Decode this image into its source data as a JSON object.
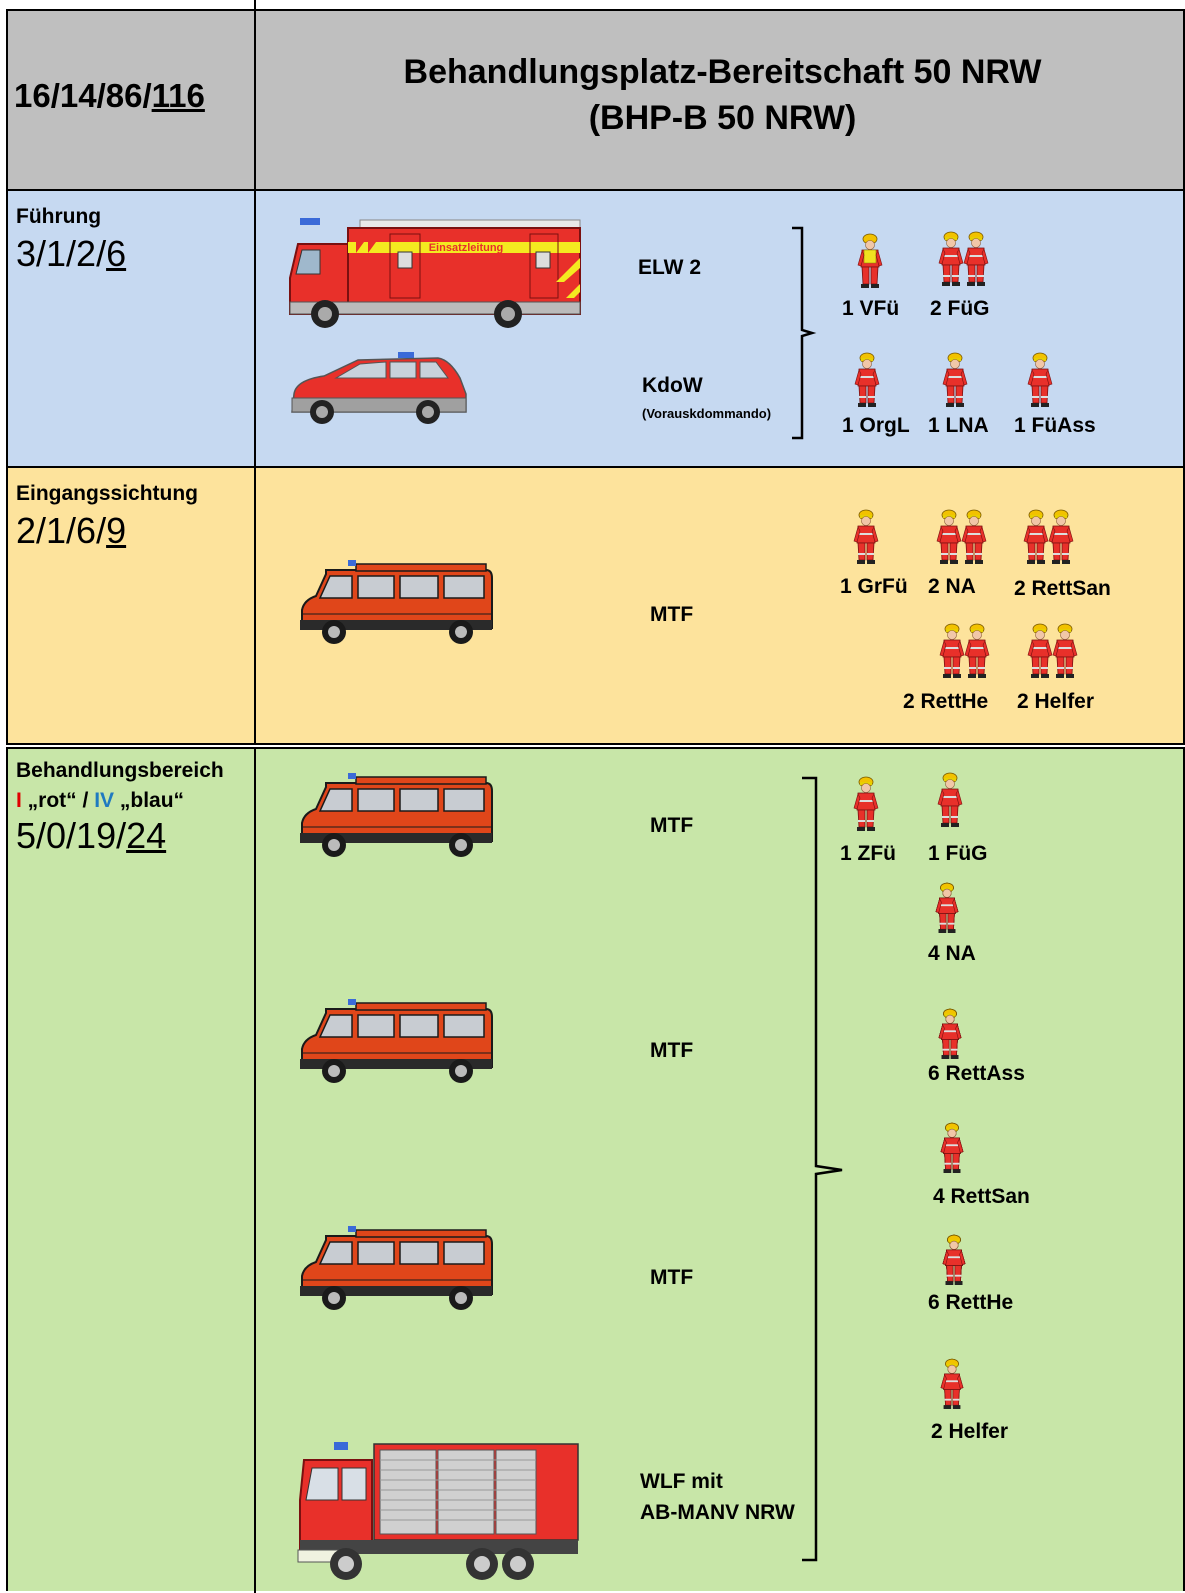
{
  "header": {
    "code_prefix": "16/14/86/",
    "code_total": "116",
    "title_line1": "Behandlungsplatz-Bereitschaft 50 NRW",
    "title_line2": "(BHP-B 50 NRW)"
  },
  "sections": {
    "fuehrung": {
      "title": "Führung",
      "strength_prefix": "3/1/2/",
      "strength_total": "6",
      "vehicles": [
        {
          "label": "ELW 2",
          "sub": "",
          "icon": "elw-truck-icon",
          "vehicle_text": "Einsatzleitung"
        },
        {
          "label": "KdoW",
          "sub": "(Vorauskdommando)",
          "icon": "kdow-car-icon"
        }
      ],
      "personnel": [
        "1 VFü",
        "2 FüG",
        "1 OrgL",
        "1 LNA",
        "1 FüAss"
      ]
    },
    "eingangssichtung": {
      "title": "Eingangssichtung",
      "strength_prefix": "2/1/6/",
      "strength_total": "9",
      "vehicles": [
        {
          "label": "MTF",
          "icon": "mtf-van-icon"
        }
      ],
      "personnel": [
        "1 GrFü",
        "2 NA",
        "2 RettSan",
        "2 RettHe",
        "2 Helfer"
      ]
    },
    "behandlungsbereich": {
      "title": "Behandlungsbereich",
      "sub_roman1": "I",
      "sub_text1": " „rot“ / ",
      "sub_roman2": "IV",
      "sub_text2": " „blau“",
      "strength_prefix": "5/0/19/",
      "strength_total": "24",
      "vehicles": [
        {
          "label": "MTF",
          "icon": "mtf-van-icon"
        },
        {
          "label": "MTF",
          "icon": "mtf-van-icon"
        },
        {
          "label": "MTF",
          "icon": "mtf-van-icon"
        },
        {
          "label_line1": "WLF mit",
          "label_line2": "AB-MANV NRW",
          "icon": "wlf-truck-icon"
        }
      ],
      "personnel": [
        "1 ZFü",
        "1 FüG",
        "4 NA",
        "6 RettAss",
        "4 RettSan",
        "6 RettHe",
        "2 Helfer"
      ]
    }
  },
  "colors": {
    "header_bg": "#bfbfbf",
    "fuehrung_bg": "#c6d9f1",
    "eingangssichtung_bg": "#fde39c",
    "behandlungsbereich_bg": "#c8e6a8",
    "red_roman": "#e00000",
    "blue_roman": "#1f7ac0"
  }
}
